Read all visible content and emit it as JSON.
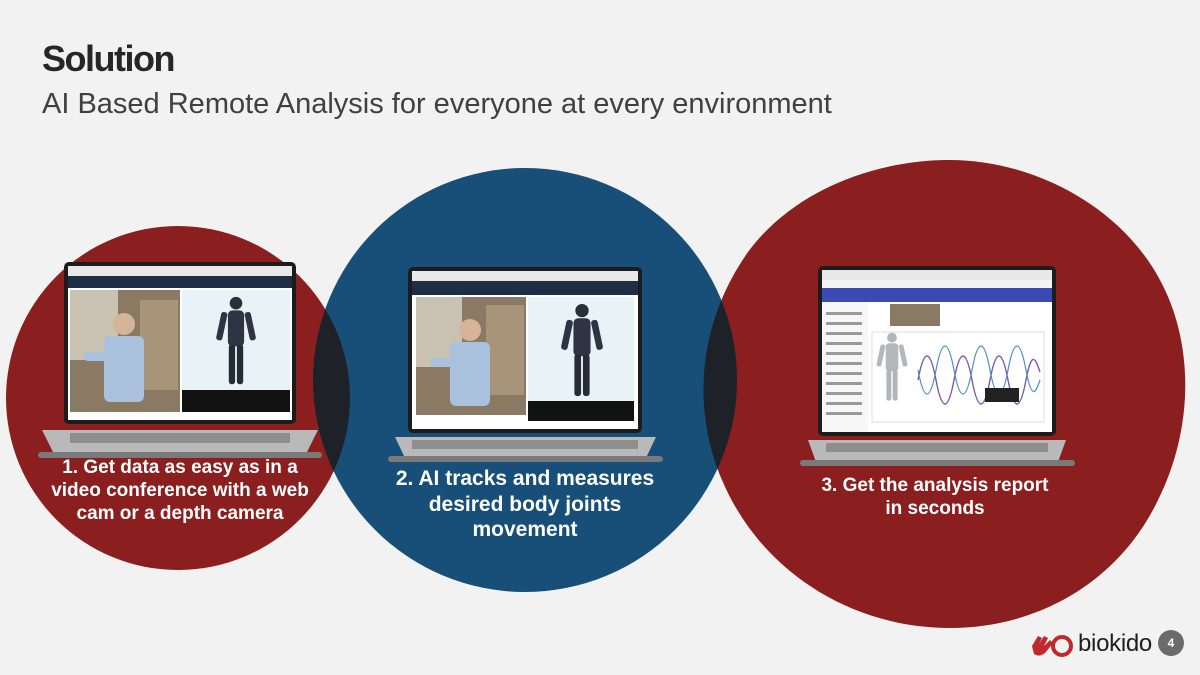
{
  "slide": {
    "title": "Solution",
    "subtitle": "AI Based Remote Analysis for everyone at every environment",
    "page_number": "4"
  },
  "steps": [
    {
      "caption": "1. Get data as easy as in a video conference with a web cam or a depth camera",
      "circle_color": "#8b1e1e"
    },
    {
      "caption": "2. AI tracks and measures desired body joints movement",
      "circle_color": "#174f78"
    },
    {
      "caption": "3. Get the analysis report in seconds",
      "circle_color": "#8b1e1e"
    }
  ],
  "logo": {
    "name": "biokido",
    "color": "#c0282d"
  }
}
